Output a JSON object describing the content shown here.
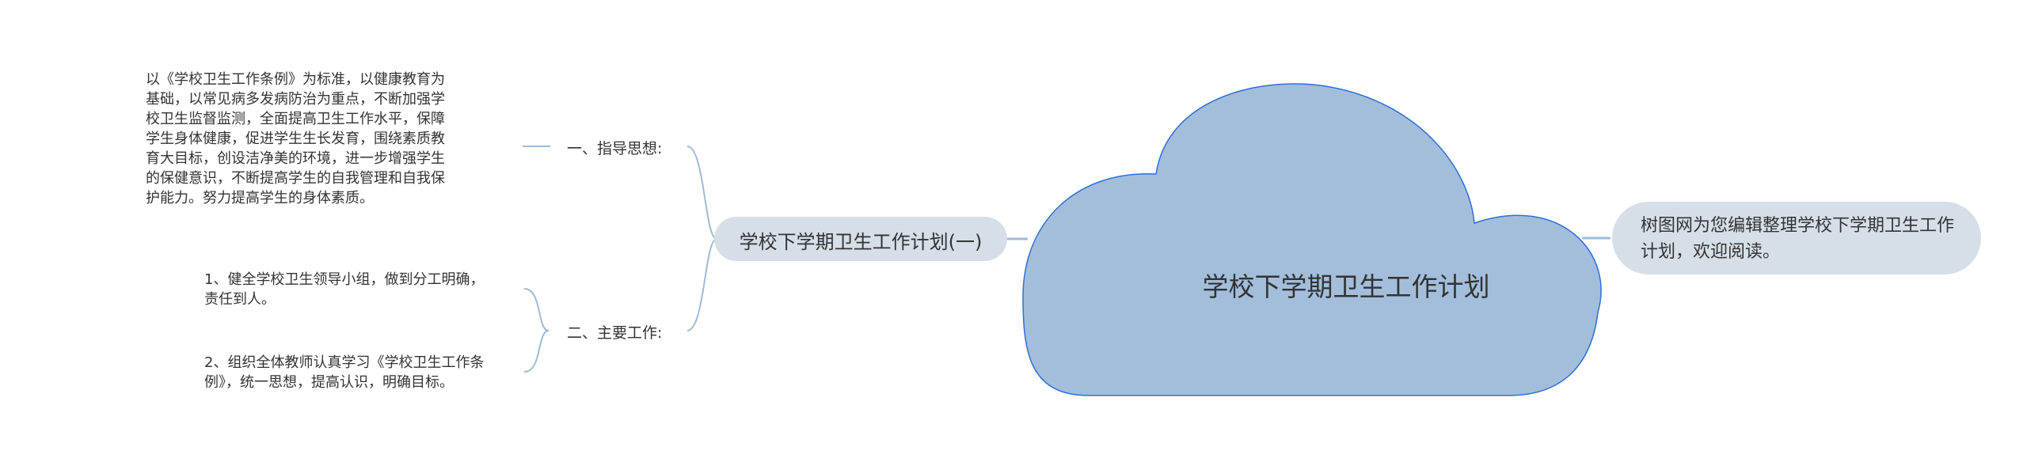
{
  "mindmap": {
    "central_topic": "学校下学期卫生工作计划",
    "branch_topic": "学校下学期卫生工作计划(一)",
    "side_note": "树图网为您编辑整理学校下学期卫生工作计划，欢迎阅读。",
    "subtopics": [
      {
        "label": "一、指导思想:",
        "paragraph": "以《学校卫生工作条例》为标准，以健康教育为基础，以常见病多发病防治为重点，不断加强学校卫生监督监测，全面提高卫生工作水平，保障学生身体健康，促进学生生长发育，围绕素质教育大目标，创设洁净美的环境，进一步增强学生的保健意识，不断提高学生的自我管理和自我保护能力。努力提高学生的身体素质。"
      },
      {
        "label": "二、主要工作:",
        "items": [
          "1、健全学校卫生领导小组，做到分工明确，责任到人。",
          "2、组织全体教师认真学习《学校卫生工作条例》，统一思想，提高认识，明确目标。"
        ]
      }
    ]
  },
  "colors": {
    "cloud_fill": "#a3bedb",
    "cloud_stroke": "#2f6fd6",
    "pill_fill": "#d6dfe8",
    "connector": "#9fbbd6",
    "text": "#333333"
  }
}
